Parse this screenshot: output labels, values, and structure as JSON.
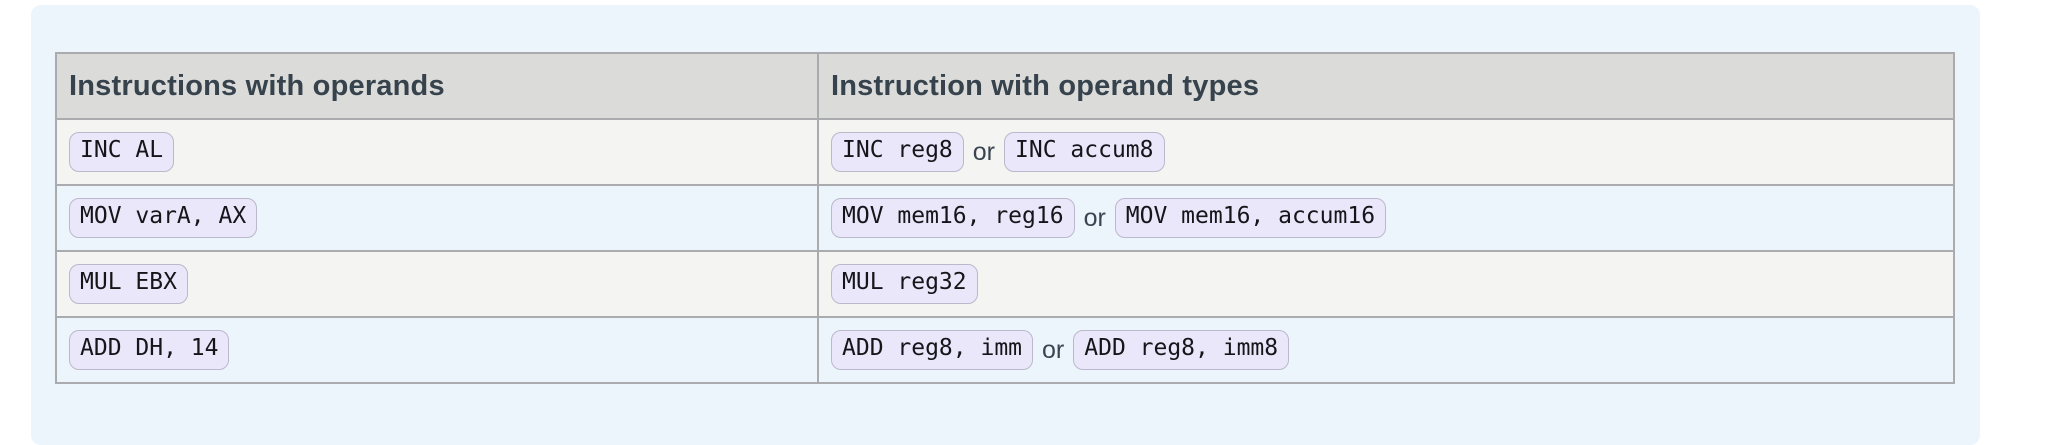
{
  "table": {
    "columns": [
      "Instructions with operands",
      "Instruction with operand types"
    ],
    "chip_separator": "or",
    "rows": [
      {
        "operand_chip": "INC AL",
        "type_chips": [
          "INC reg8",
          "INC accum8"
        ]
      },
      {
        "operand_chip": "MOV varA, AX",
        "type_chips": [
          "MOV mem16, reg16",
          "MOV mem16, accum16"
        ]
      },
      {
        "operand_chip": "MUL EBX",
        "type_chips": [
          "MUL reg32"
        ]
      },
      {
        "operand_chip": "ADD DH, 14",
        "type_chips": [
          "ADD reg8, imm",
          "ADD reg8, imm8"
        ]
      }
    ]
  },
  "colors": {
    "panel_bg": "#edf5fc",
    "header_bg": "#dbdbd9",
    "header_text": "#36424c",
    "row_odd_bg": "#f4f4f2",
    "row_even_bg": "#ecf4fc",
    "chip_bg": "#e9e7f9",
    "chip_border": "#bab8ca",
    "table_border": "#a9abae",
    "body_text": "#3a4550"
  }
}
